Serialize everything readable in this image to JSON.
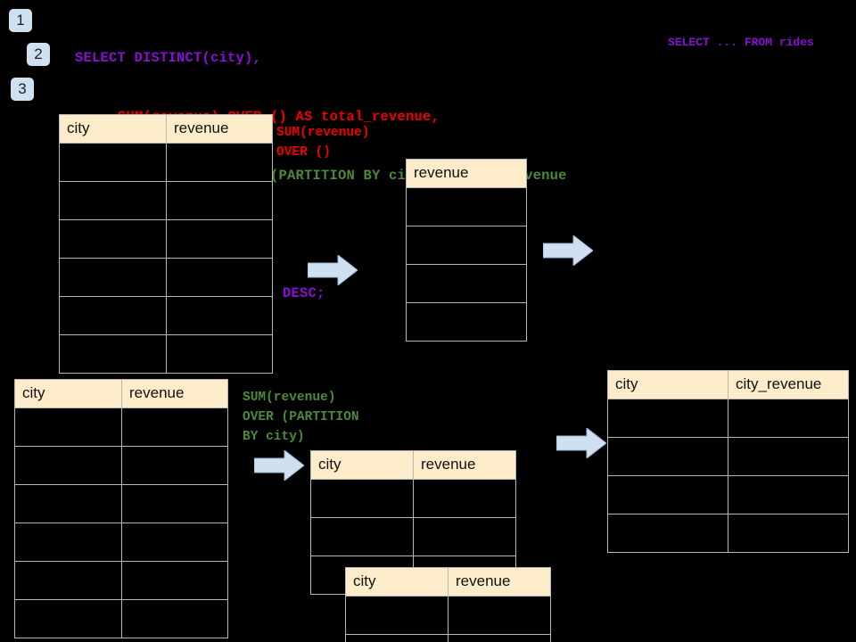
{
  "theme": {
    "background": "#000000",
    "header_fill": "#fcecc9",
    "cell_fill": "#000000",
    "grid_line": "#b8b8b8",
    "badge_fill": "#cfe1f1",
    "arrow_fill": "#cfe1f1",
    "arrow_outline": "#9ab6d2",
    "purple": "#8a0fd4",
    "red": "#ee0000",
    "green": "#4c8a38"
  },
  "query": {
    "lines": [
      {
        "id": "line-1",
        "indent": 0,
        "color": "purple",
        "text": "SELECT DISTINCT(city),"
      },
      {
        "id": "line-2",
        "indent": 4,
        "color": "red",
        "text": "SUM(revenue) OVER () AS total_revenue,"
      },
      {
        "id": "line-3",
        "indent": 4,
        "color": "green",
        "text": "SUM(revenue) OVER (PARTITION BY city) as city_revenue"
      },
      {
        "id": "line-4",
        "indent": 1,
        "color": "purple",
        "text": "FROM rides"
      },
      {
        "id": "line-5",
        "indent": 1,
        "color": "purple",
        "text": "ORDER by city_revenue DESC;"
      }
    ],
    "side_note": "SELECT ... FROM rides"
  },
  "badges": [
    {
      "id": "badge-1",
      "label": "1"
    },
    {
      "id": "badge-2",
      "label": "2"
    },
    {
      "id": "badge-3",
      "label": "3"
    }
  ],
  "annotations": [
    {
      "id": "annot-total-revenue",
      "color": "red",
      "text": "SUM(revenue)\nOVER ()"
    },
    {
      "id": "annot-city-revenue",
      "color": "green",
      "text": "SUM(revenue)\nOVER (PARTITION\nBY city)"
    }
  ],
  "tables": {
    "source_top": {
      "name": "source-rides-table-top",
      "columns": [
        "city",
        "revenue"
      ],
      "row_count": 6,
      "rows": [
        [
          "",
          ""
        ],
        [
          "",
          ""
        ],
        [
          "",
          ""
        ],
        [
          "",
          ""
        ],
        [
          "",
          ""
        ],
        [
          "",
          ""
        ]
      ]
    },
    "total_revenue": {
      "name": "total-revenue-table",
      "columns": [
        "revenue"
      ],
      "row_count": 4,
      "rows": [
        [
          ""
        ],
        [
          ""
        ],
        [
          ""
        ],
        [
          ""
        ]
      ]
    },
    "source_bottom": {
      "name": "source-rides-table-bottom",
      "columns": [
        "city",
        "revenue"
      ],
      "row_count": 6,
      "rows": [
        [
          "",
          ""
        ],
        [
          "",
          ""
        ],
        [
          "",
          ""
        ],
        [
          "",
          ""
        ],
        [
          "",
          ""
        ],
        [
          "",
          ""
        ]
      ]
    },
    "partition_back": {
      "name": "partition-group-table-back",
      "columns": [
        "city",
        "revenue"
      ],
      "row_count": 3,
      "rows": [
        [
          "",
          ""
        ],
        [
          "",
          ""
        ],
        [
          "",
          ""
        ]
      ]
    },
    "partition_front": {
      "name": "partition-group-table-front",
      "columns": [
        "city",
        "revenue"
      ],
      "row_count": 2,
      "rows": [
        [
          "",
          ""
        ],
        [
          "",
          ""
        ]
      ]
    },
    "result": {
      "name": "result-table",
      "columns": [
        "city",
        "city_revenue"
      ],
      "row_count": 4,
      "rows": [
        [
          "",
          ""
        ],
        [
          "",
          ""
        ],
        [
          "",
          ""
        ],
        [
          "",
          ""
        ]
      ]
    }
  },
  "arrows": [
    {
      "id": "arrow-source-to-total",
      "direction": "right"
    },
    {
      "id": "arrow-total-to-result",
      "direction": "right"
    },
    {
      "id": "arrow-source-to-partition",
      "direction": "right"
    },
    {
      "id": "arrow-partition-to-result",
      "direction": "right"
    }
  ]
}
